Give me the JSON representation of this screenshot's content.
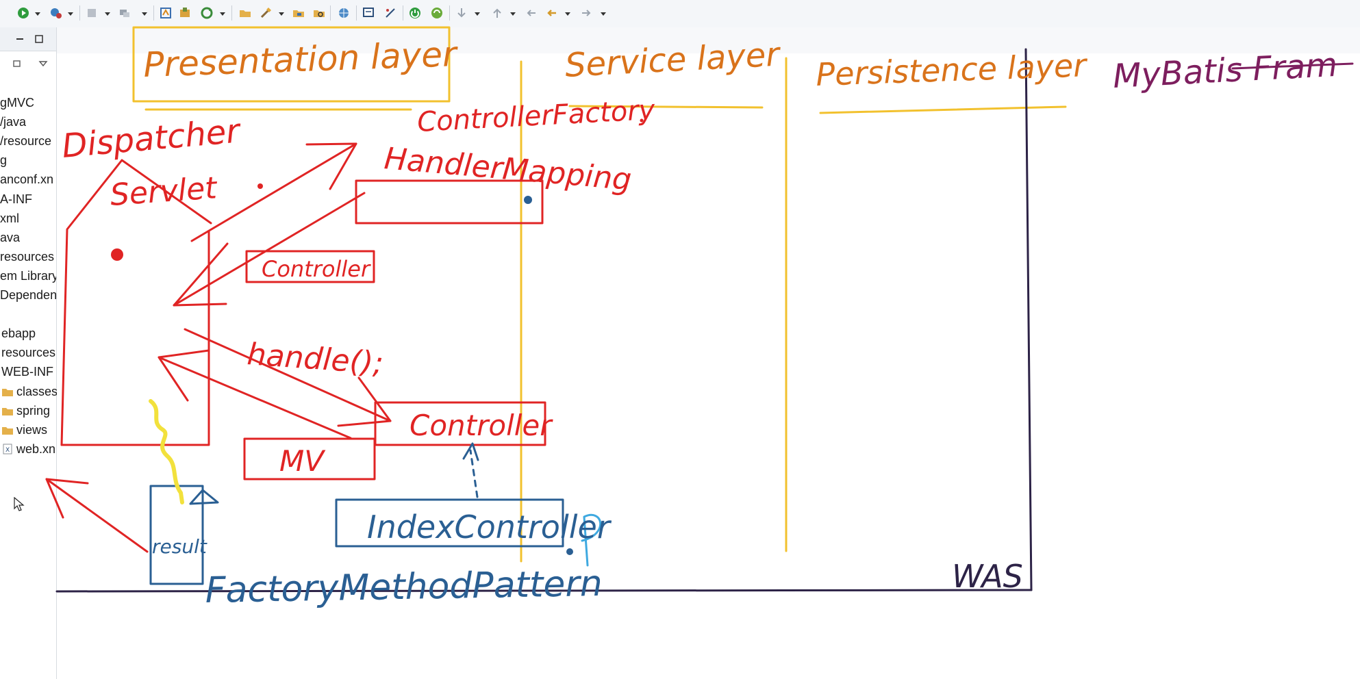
{
  "toolbar": {
    "icons": [
      "skip-icon",
      "run-icon",
      "debug-icon",
      "stop-icon",
      "build-icon",
      "open-type-icon",
      "new-package-icon",
      "refresh-icon",
      "open-folder-icon",
      "wand-icon",
      "folder-open-icon",
      "folder-search-icon",
      "globe-icon",
      "console-icon",
      "pen-icon",
      "power-icon",
      "sync-icon",
      "down-arrow-icon",
      "next-annotation-icon",
      "back-icon",
      "forward-icon",
      "forward-nav-icon"
    ]
  },
  "explorer": {
    "items": [
      {
        "label": "gMVC",
        "icon": "project-icon"
      },
      {
        "label": "/java",
        "icon": "source-icon"
      },
      {
        "label": "/resource",
        "icon": "source-icon"
      },
      {
        "label": "g",
        "icon": "package-icon"
      },
      {
        "label": "anconf.xn",
        "icon": "xml-icon"
      },
      {
        "label": "A-INF",
        "icon": "folder-icon"
      },
      {
        "label": "xml",
        "icon": "xml-icon"
      },
      {
        "label": "ava",
        "icon": "source-icon"
      },
      {
        "label": "resources",
        "icon": "source-icon"
      },
      {
        "label": "em Library",
        "icon": "library-icon"
      },
      {
        "label": "Dependen",
        "icon": "library-icon"
      },
      {
        "label": "ebapp",
        "icon": "folder-icon"
      },
      {
        "label": "resources",
        "icon": "folder-icon"
      },
      {
        "label": "WEB-INF",
        "icon": "folder-icon"
      },
      {
        "label": "classes",
        "icon": "folder-icon"
      },
      {
        "label": "spring",
        "icon": "folder-icon"
      },
      {
        "label": "views",
        "icon": "folder-icon"
      },
      {
        "label": "web.xn",
        "icon": "xml-icon"
      }
    ]
  },
  "whiteboard": {
    "headings": {
      "presentation": "Presentation layer",
      "service": "Service layer",
      "persistence": "Persistence layer",
      "mybatis": "MyBatis Fram"
    },
    "labels": {
      "dispatcher": "Dispatcher",
      "servlet": "Servlet",
      "controller_factory": "ControllerFactory",
      "handler_mapping": "HandlerMapping",
      "controller": "Controller",
      "handle": "handle();",
      "controller2": "Controller",
      "mv": "MV",
      "index_controller": "IndexController",
      "result": "result",
      "factory_method": "FactoryMethodPattern",
      "was": "WAS"
    },
    "colors": {
      "red": "#e02424",
      "blue": "#2a5f93",
      "orange": "#d9731b",
      "yellow": "#f2c12e",
      "purple": "#7d1e5e",
      "dark": "#2d2347",
      "cyan": "#3fa9e0"
    }
  }
}
